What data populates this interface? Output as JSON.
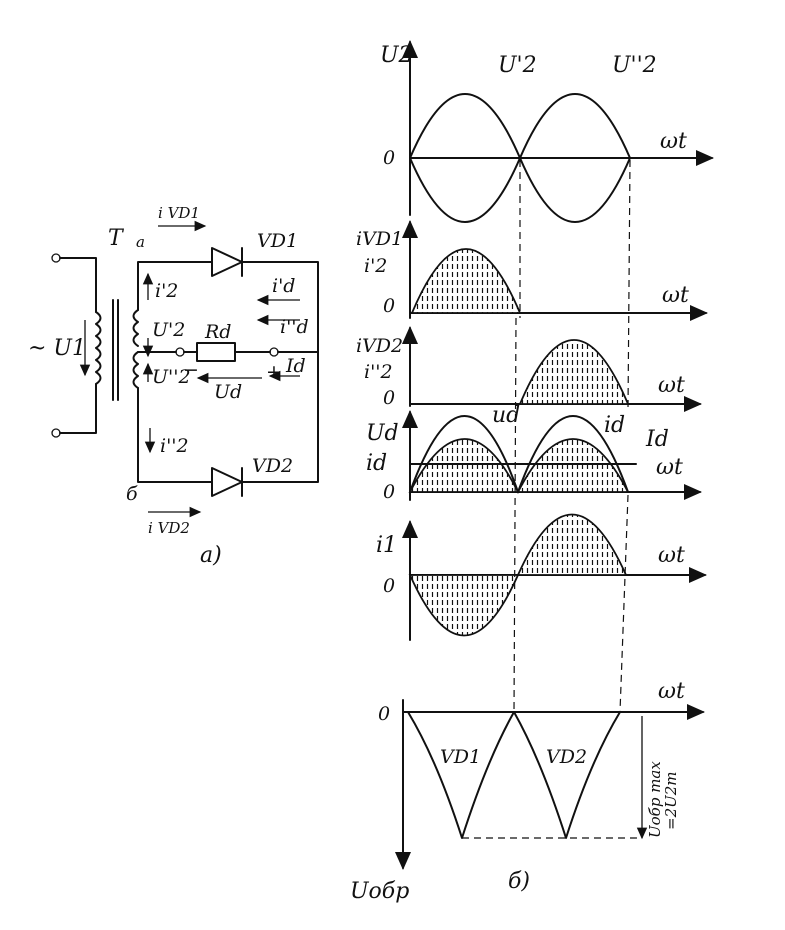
{
  "circuit": {
    "source": "~ U1",
    "transformer": "T",
    "node_a": "a",
    "node_b": "б",
    "diode1": "VD1",
    "diode2": "VD2",
    "i_vd1": "i VD1",
    "i_vd2": "i VD2",
    "i2_prime": "i'2",
    "i2_dprime": "i''2",
    "u2_prime": "U'2",
    "u2_dprime": "U''2",
    "id_prime": "i'd",
    "id_dprime": "i''d",
    "resistor": "Rd",
    "id_out": "Id",
    "ud": "Ud",
    "plus": "+",
    "minus": "−",
    "caption": "а)"
  },
  "graphs": {
    "caption": "б)",
    "wt": "ωt",
    "zero": "0",
    "g1": {
      "ylabel": "U2",
      "curve1": "U'2",
      "curve2": "U''2"
    },
    "g2": {
      "ylabel1": "iVD1",
      "ylabel2": "i'2"
    },
    "g3": {
      "ylabel1": "iVD2",
      "ylabel2": "i''2"
    },
    "g4": {
      "ylabel1": "Ud",
      "ylabel2": "id",
      "curve_ud": "ud",
      "curve_id": "id",
      "avg": "Id"
    },
    "g5": {
      "ylabel": "i1"
    },
    "g6": {
      "ylabel": "Uобр",
      "seg1": "VD1",
      "seg2": "VD2",
      "max_label1": "Uобр max",
      "max_label2": "=2U2m"
    }
  }
}
